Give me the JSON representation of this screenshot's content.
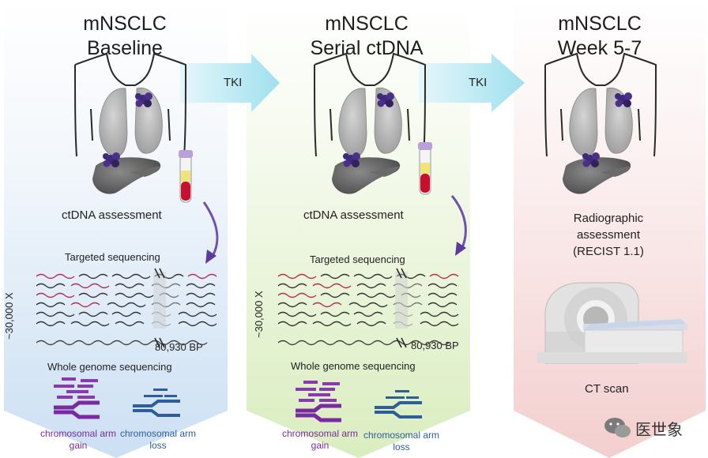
{
  "panels": [
    {
      "title_line1": "mNSCLC",
      "title_line2": "Baseline",
      "assessment": "ctDNA assessment",
      "targeted": "Targeted sequencing",
      "depth": "~30,000 X",
      "bp": "80,930 BP",
      "wgs": "Whole genome sequencing",
      "gain": "chromosomal arm gain",
      "loss": "chromosomal arm loss"
    },
    {
      "title_line1": "mNSCLC",
      "title_line2": "Serial ctDNA",
      "assessment": "ctDNA assessment",
      "targeted": "Targeted sequencing",
      "depth": "~30,000 X",
      "bp": "80,930 BP",
      "wgs": "Whole genome sequencing",
      "gain": "chromosomal arm gain",
      "loss": "chromosomal arm loss"
    },
    {
      "title_line1": "mNSCLC",
      "title_line2": "Week 5-7",
      "assessment_line1": "Radiographic",
      "assessment_line2": "assessment",
      "assessment_line3": "(RECIST 1.1)",
      "scan": "CT scan"
    }
  ],
  "arrows": [
    "TKI",
    "TKI"
  ],
  "watermark": "医世象",
  "colors": {
    "panel1": "#dbe8f6",
    "panel2": "#e6f2cf",
    "panel3": "#f6dcdc",
    "tki_arrow": "#bfe9f2",
    "tumor": "#3d2a7a",
    "blood": "#c8102e"
  }
}
